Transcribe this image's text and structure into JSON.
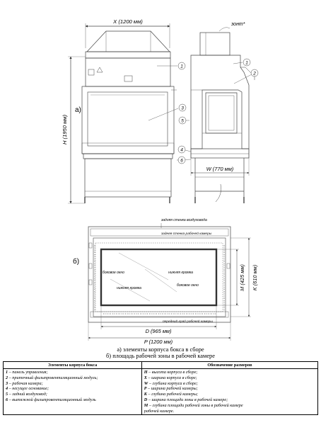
{
  "top_view": {
    "dim_x": "X (1200 мм)",
    "umbrella": "зонт*",
    "dim_h": "H (1950 мм)",
    "dim_w": "W (770 мм)",
    "label_a": "а)",
    "callouts": [
      "1",
      "1",
      "2",
      "3",
      "5",
      "4",
      "6"
    ]
  },
  "plan_view": {
    "label_b": "б)",
    "back_wall": "задняя стенка воздуховода",
    "work_back_wall": "задняя стенка рабочей камеры",
    "side_window": "боковое окно",
    "lower_edge_top": "нижняя кромка",
    "lower_edge": "нижняя кромка",
    "side_window_right": "боковое окно",
    "front_edge": "передний край рабочей камеры",
    "dim_d": "D (965 мм)",
    "dim_p": "P (1200 мм)",
    "dim_m": "M (425 мм)",
    "dim_k": "K (610 мм)"
  },
  "captions": {
    "line1": "а) элементы корпуса бокса в сборе",
    "line2": "б) площадь рабочей зоны в рабочей камере"
  },
  "legend": {
    "col1_header": "Элементы корпуса бокса",
    "col2_header": "Обозначение размеров",
    "elements": [
      {
        "num": "1",
        "text": " – панель управления;"
      },
      {
        "num": "2",
        "text": " – приточный фильтровентиляционный модуль;"
      },
      {
        "num": "3",
        "text": " – рабочая камера;"
      },
      {
        "num": "4",
        "text": " – несущее основание;"
      },
      {
        "num": "5",
        "text": " – задний воздуховод;"
      },
      {
        "num": "6",
        "text": " – вытяжной фильтровентиляционный модуль"
      }
    ],
    "dimensions": [
      {
        "sym": "H",
        "text": " – высота корпуса в сборе;"
      },
      {
        "sym": "X",
        "text": " – ширина корпуса в сборе;"
      },
      {
        "sym": "W",
        "text": " – глубина корпуса в сборе;"
      },
      {
        "sym": "P",
        "text": " – ширина рабочей камеры;"
      },
      {
        "sym": "K",
        "text": " – глубина рабочей камеры;"
      },
      {
        "sym": "D",
        "text": " – ширина площади зоны в рабочей камере;"
      },
      {
        "sym": "M",
        "text": " – глубина площади рабочей зоны в рабочей камере"
      },
      {
        "sym": "",
        "text": "рабочей камере."
      }
    ]
  }
}
